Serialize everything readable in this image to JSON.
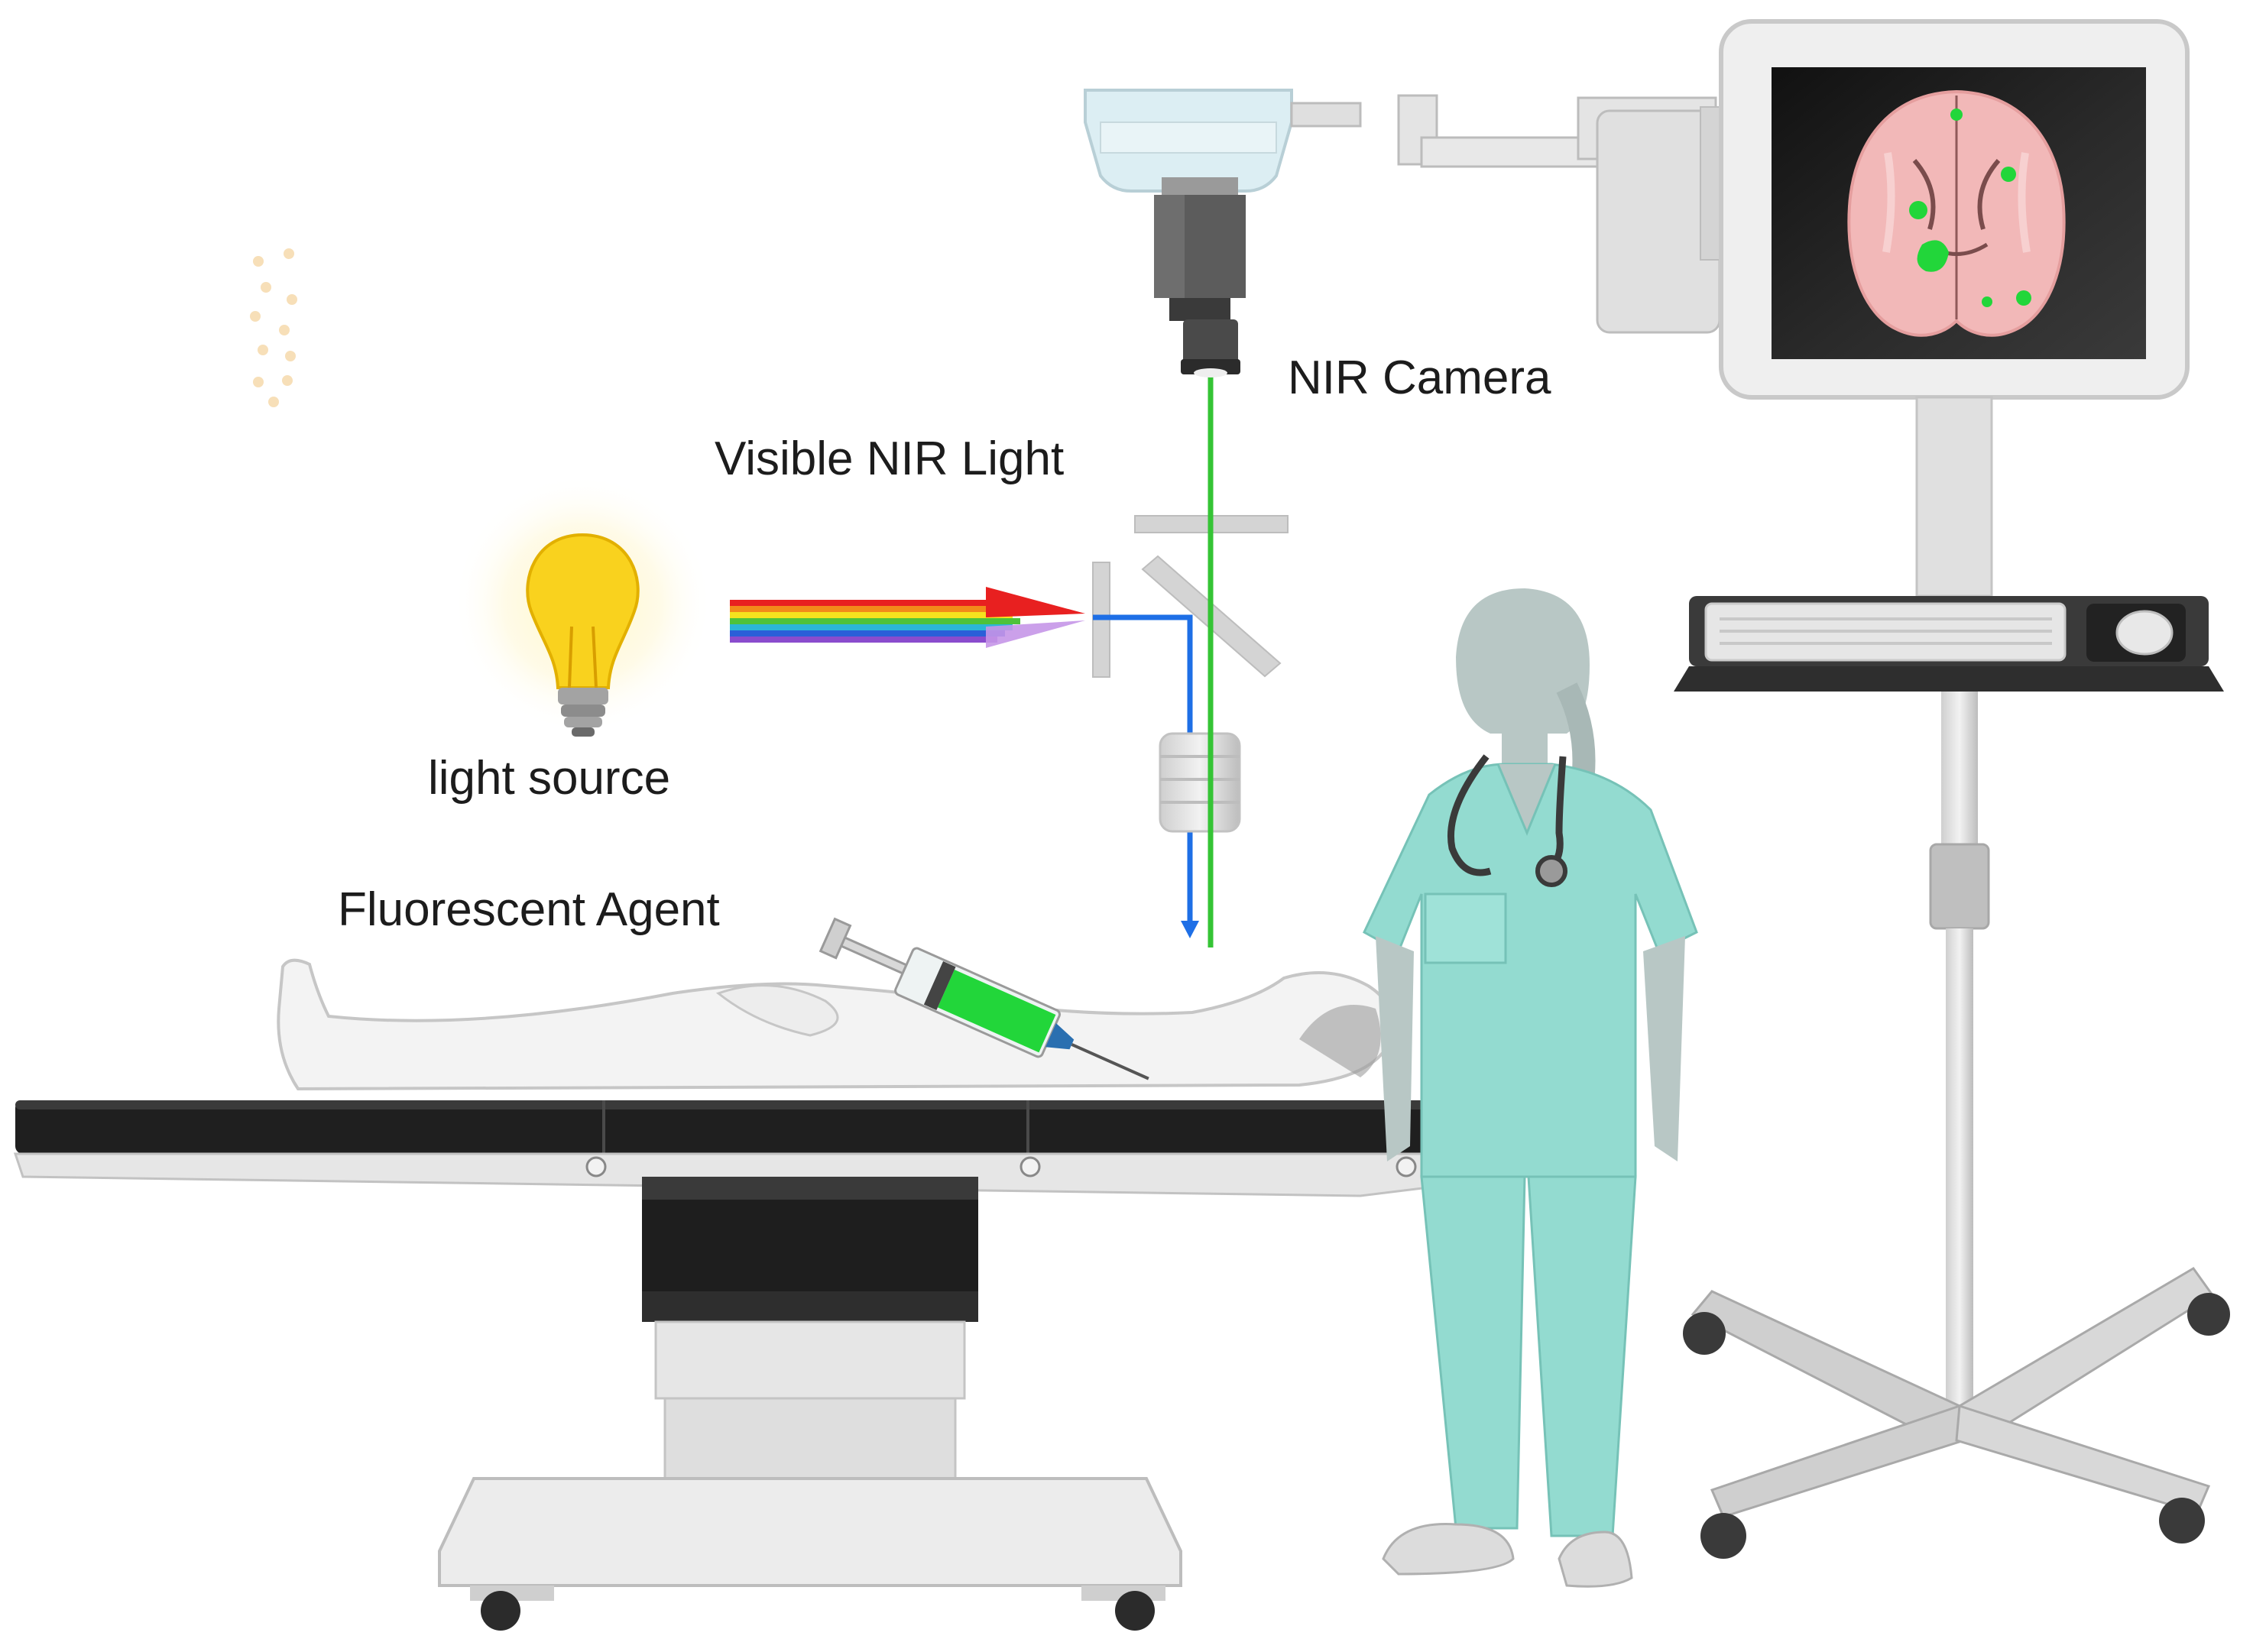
{
  "labels": {
    "nir_camera": "NIR Camera",
    "visible_nir_light": "Visible NIR Light",
    "light_source": "light source",
    "fluorescent_agent": "Fluorescent Agent"
  },
  "icons": {
    "bulb": "light-bulb-icon",
    "camera": "nir-camera-icon",
    "monitor": "monitor-icon",
    "syringe": "syringe-icon",
    "keyboard": "keyboard-icon",
    "mouse": "mouse-icon"
  },
  "colors": {
    "excitation_beam": "#1e6fe6",
    "emission_beam": "#35c435",
    "fluorescence_highlight": "#22d63a",
    "scrubs": "#93dbd0",
    "brain": "#f2b8b8"
  }
}
